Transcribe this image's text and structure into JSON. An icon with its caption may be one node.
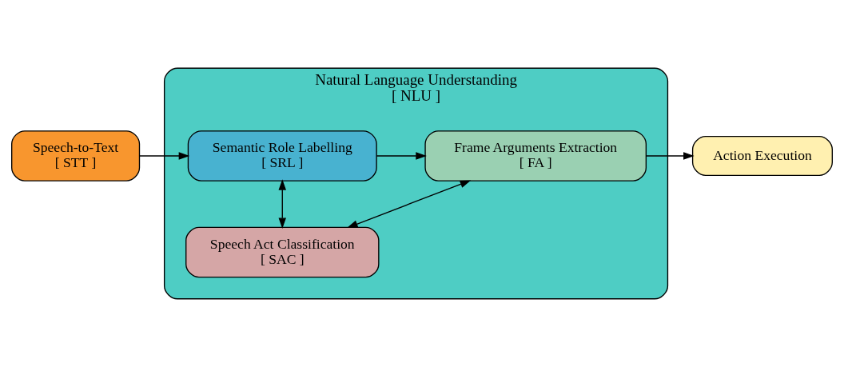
{
  "diagram": {
    "nodes": [
      {
        "text": [
          "Speech-to-Text",
          "[ STT ]"
        ]
      },
      {
        "text": [
          "Natural Language Understanding",
          "[ NLU ]"
        ]
      },
      {
        "text": [
          "Semantic Role Labelling",
          "[ SRL ]"
        ],
        "in": 1
      },
      {
        "text": [
          "Frame Arguments Extraction",
          "[ FA ]"
        ],
        "in": 1
      },
      {
        "text": [
          "Speech Act Classification",
          "[ SAC ]"
        ],
        "in": 1
      },
      {
        "text": [
          "Action Execution"
        ]
      }
    ],
    "edges": [
      {
        "from": 0,
        "to": 2,
        "arrow": "to"
      },
      {
        "from": 2,
        "to": 3,
        "arrow": "to"
      },
      {
        "from": 3,
        "to": 5,
        "arrow": "to"
      },
      {
        "from": 2,
        "to": 4,
        "arrow": "both"
      },
      {
        "from": 3,
        "to": 4,
        "arrow": "both"
      }
    ]
  }
}
